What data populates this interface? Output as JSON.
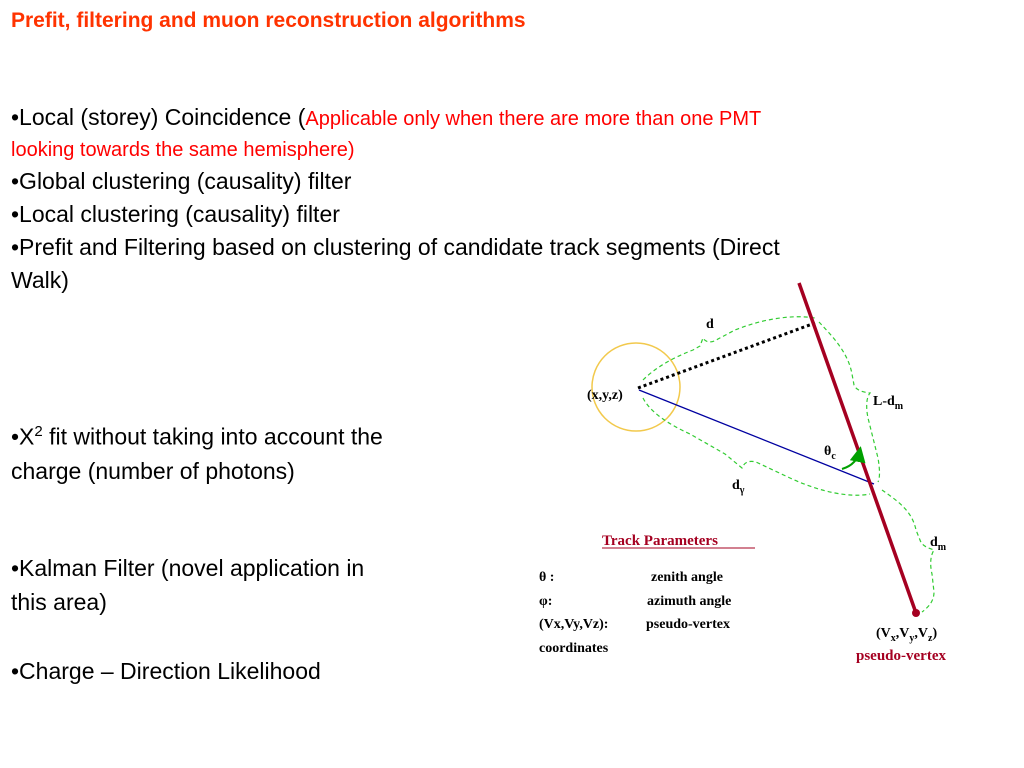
{
  "title": "Prefit, filtering and muon reconstruction algorithms",
  "bullets": {
    "local_coincidence": {
      "main": "•Local (storey) Coincidence (",
      "note_line1": "Applicable only when there are more than one PMT",
      "note_line2": "looking towards the same hemisphere)"
    },
    "global_clustering": "•Global clustering (causality) filter",
    "local_clustering": "•Local clustering (causality) filter",
    "prefit_line1": "•Prefit and Filtering based on clustering of candidate track segments (Direct",
    "prefit_line2": "Walk)",
    "chi2": {
      "prefix": "•X",
      "superscript": "2",
      "line1_rest": " fit without taking into account the",
      "line2": "charge (number of photons)"
    },
    "kalman_line1": "•Kalman Filter (novel application in",
    "kalman_line2": "this area)",
    "charge_direction": "•Charge – Direction Likelihood"
  },
  "diagram": {
    "labels": {
      "d": "d",
      "xyz": "(x,y,z)",
      "L_dm_main": "L-d",
      "L_dm_sub": "m",
      "theta_main": "θ",
      "theta_sub": "c",
      "d_gamma_main": "d",
      "d_gamma_sub": "γ",
      "dm_main": "d",
      "dm_sub": "m",
      "pv_open": "(V",
      "pv_x": "x",
      "pv_comma1": ",V",
      "pv_y": "y",
      "pv_comma2": ",V",
      "pv_z": "z",
      "pv_close": ")",
      "pseudo_vertex": "pseudo-vertex"
    },
    "track_parameters": {
      "title": "Track Parameters",
      "rows": [
        {
          "symbol": "θ :",
          "desc": "zenith angle"
        },
        {
          "symbol": "φ:",
          "desc": "azimuth angle"
        },
        {
          "symbol": "(Vx,Vy,Vz):",
          "desc": "pseudo-vertex"
        }
      ],
      "extra": "coordinates"
    },
    "colors": {
      "track": "#a50021",
      "photon_path": "#0000a0",
      "brace": "#33cc33",
      "circle": "#f2c94c",
      "theta_arrow": "#00a000"
    }
  },
  "colors": {
    "title": "#ff3300",
    "note": "#ff0000",
    "text": "#000000"
  }
}
